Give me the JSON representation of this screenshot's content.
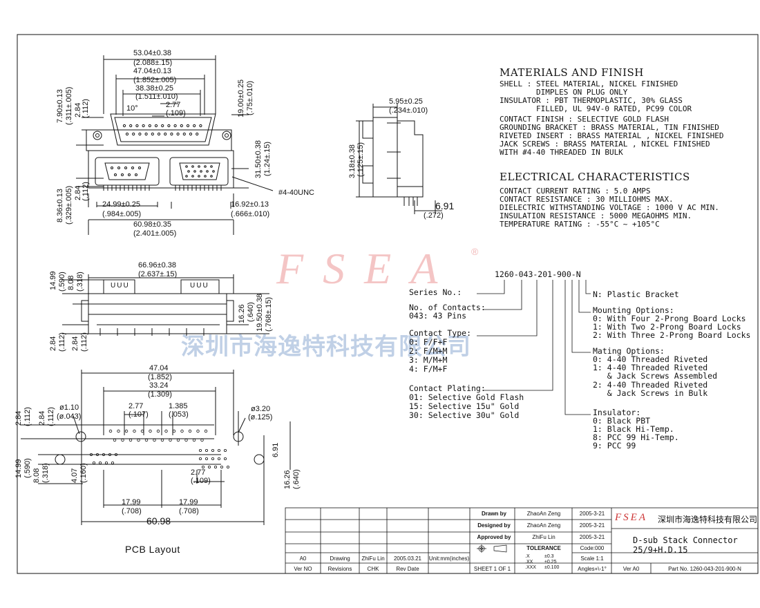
{
  "top_view": {
    "dims": [
      "53.04±0.38",
      "(2.088±.15)",
      "47.04±0.13",
      "(1.852±.005)",
      "38.38±0.25",
      "(1.511±.010)",
      "2.77",
      "(.109)",
      "10°",
      "24.99±0.25",
      "(.984±.005)",
      "16.92±0.13",
      "(.666±.010)",
      "60.98±0.35",
      "(2.401±.005)",
      "#4-40UNC"
    ],
    "vdims": [
      "7.90±0.13",
      "(.311±.005)",
      "2.84",
      "(.112)",
      "8.36±0.13",
      "(.329±.005)",
      "2.84",
      "(.112)",
      "19.00±0.25",
      "(.75±.010)",
      "31.50±0.38",
      "(1.24±.15)"
    ]
  },
  "side_view": {
    "dims": [
      "5.95±0.25",
      "(.234±.010)",
      "6.91",
      "(.272)"
    ],
    "vdims": [
      "3.18±0.38",
      "(.125±.15)"
    ]
  },
  "front_view": {
    "dims": [
      "66.96±0.38",
      "(2.637±.15)",
      "UUU",
      "UUU"
    ],
    "vdims": [
      "14.99",
      "(.590)",
      "8.08",
      "(.318)",
      "16.26",
      "(.640)",
      "19.50±0.38",
      "(.768±.15)",
      "2.84",
      "(.112)",
      "2.84",
      "(.112)"
    ]
  },
  "pcb": {
    "title": "PCB Layout",
    "dims": [
      "47.04",
      "(1.852)",
      "33.24",
      "(1.309)",
      "2.77",
      "(.107)",
      "1.385",
      "(.053)",
      "ø1.10",
      "(ø.043)",
      "ø3.20",
      "(ø.125)",
      "2.77",
      "(.109)",
      "17.99",
      "(.708)",
      "17.99",
      "(.708)",
      "60.98"
    ],
    "vdims": [
      "2.84",
      "(.112)",
      "2.84",
      "(.112)",
      "14.99",
      "(.590)",
      "8.08",
      "(.318)",
      "4.07",
      "(.160)",
      "6.91",
      "16.26",
      "(.640)"
    ]
  },
  "materials": {
    "heading": "MATERIALS AND FINISH",
    "lines": [
      "SHELL : STEEL MATERIAL, NICKEL FINISHED",
      "        DIMPLES ON PLUG ONLY",
      "INSULATOR : PBT THERMOPLASTIC, 30% GLASS",
      "        FILLED, UL 94V-0 RATED, PC99 COLOR",
      "CONTACT FINISH : SELECTIVE GOLD FLASH",
      "GROUNDING BRACKET : BRASS MATERIAL, TIN FINISHED",
      "RIVETED INSERT : BRASS MATERIAL , NICKEL FINISHED",
      "JACK SCREWS : BRASS MATERIAL , NICKEL FINISHED",
      "WITH #4-40 THREADED IN BULK"
    ]
  },
  "electrical": {
    "heading": "ELECTRICAL CHARACTERISTICS",
    "lines": [
      "CONTACT CURRENT RATING : 5.0 AMPS",
      "CONTACT RESISTANCE : 30 MILLIOHMS MAX.",
      "DIELECTRIC WITHSTANDING VOLTAGE : 1000 V AC MIN.",
      "INSULATION RESISTANCE : 5000 MEGAOHMS MIN.",
      "TEMPERATURE RATING : -55°C ~ +105°C"
    ]
  },
  "part_code": {
    "code": "1260-043-201-900-N",
    "series": "Series No.:",
    "contacts": [
      "No. of Contacts:",
      "043: 43 Pins"
    ],
    "contact_type": [
      "Contact Type:",
      "0: F/F+F",
      "2: F/M+M",
      "3: M/M+M",
      "4: F/M+F"
    ],
    "plating": [
      "Contact Plating:",
      "01: Selective Gold Flash",
      "15: Selective 15u\" Gold",
      "30: Selective 30u\" Gold"
    ],
    "bracket": "N: Plastic Bracket",
    "mounting": [
      "Mounting Options:",
      "0: With Four 2-Prong Board Locks",
      "1: With Two 2-Prong Board Locks",
      "2: With Three 2-Prong Board Locks"
    ],
    "mating": [
      "Mating Options:",
      "0: 4-40 Threaded Riveted",
      "1: 4-40 Threaded Riveted",
      "   & Jack Screws Assembled",
      "2: 4-40 Threaded Riveted",
      "   & Jack Screws in Bulk"
    ],
    "insulator": [
      "Insulator:",
      "0: Black PBT",
      "1: Black Hi-Temp.",
      "8: PCC 99 Hi-Temp.",
      "9: PCC 99"
    ]
  },
  "watermark": {
    "logo": "FSEA",
    "reg": "®",
    "company": "深圳市海逸特科技有限公司"
  },
  "title_block": {
    "drawn_label": "Drawn   by",
    "drawn_name": "ZhaoAn Zeng",
    "drawn_date": "2005-3-21",
    "designed_label": "Designed by",
    "designed_name": "ZhaoAn Zeng",
    "designed_date": "2005-3-21",
    "approved_label": "Approved by",
    "approved_name": "ZhiFu Lin",
    "approved_date": "2005-3-21",
    "logo": "FSEA",
    "company": "深圳市海逸特科技有限公司",
    "title": "D-sub Stack Connector",
    "subtitle": "25/9+H.D.15",
    "tolerance": "TOLERANCE",
    "code": "Code:000",
    "tol_x": ".X",
    "tol_x_v": "±0.3",
    "tol_xx": ".XX",
    "tol_xx_v": "±0.25",
    "tol_xxx": ".XXX",
    "tol_xxx_v": "±0.100",
    "scale": "Scale 1:1",
    "angles": "Angles+\\-1°",
    "rev": "A0",
    "drawing": "Drawing",
    "chk_name": "ZhiFu Lin",
    "rev_date": "2005.03.21",
    "units": "Unit:mm(inches)",
    "ver_no": "Ver NO",
    "revisions": "Revisions",
    "chk": "CHK",
    "rev_date_label": "Rev Date",
    "sheet": "SHEET 1 OF 1",
    "ver": "Ver A0",
    "part_no": "Part No. 1260-043-201-900-N"
  }
}
